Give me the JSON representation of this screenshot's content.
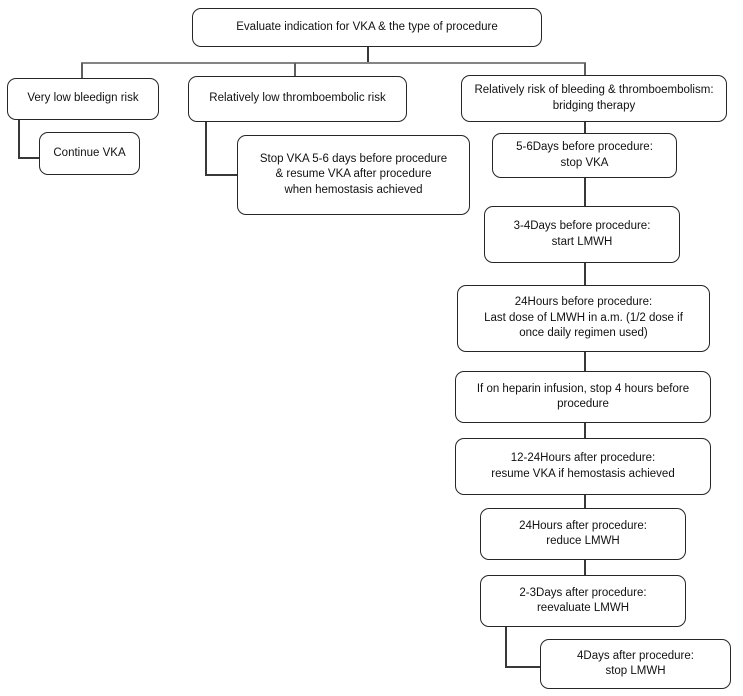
{
  "flow": {
    "root": "Evaluate indication for VKA & the type of procedure",
    "branch_low_bleeding": {
      "label": "Very low bleedign risk",
      "action": "Continue VKA"
    },
    "branch_low_thromboembolic": {
      "label": "Relatively low thromboembolic risk",
      "action": "Stop VKA 5-6 days before procedure\n& resume VKA after procedure\nwhen hemostasis achieved"
    },
    "branch_bridging": {
      "label": "Relatively risk of bleeding & thromboembolism:\nbridging therapy",
      "steps": [
        "5-6Days before procedure:\nstop VKA",
        "3-4Days before procedure:\nstart LMWH",
        "24Hours before procedure:\nLast dose of LMWH in a.m. (1/2 dose if\nonce daily regimen used)",
        "If on heparin infusion, stop 4 hours before\nprocedure",
        "12-24Hours after procedure:\nresume VKA if hemostasis achieved",
        "24Hours after procedure:\nreduce LMWH",
        "2-3Days after procedure:\nreevaluate LMWH",
        "4Days after procedure:\nstop LMWH"
      ]
    },
    "colors": {
      "background": "#ffffff",
      "box_border": "#262626",
      "text": "#111111",
      "connector_dark": "#383838",
      "connector_gray": "#848484"
    }
  }
}
